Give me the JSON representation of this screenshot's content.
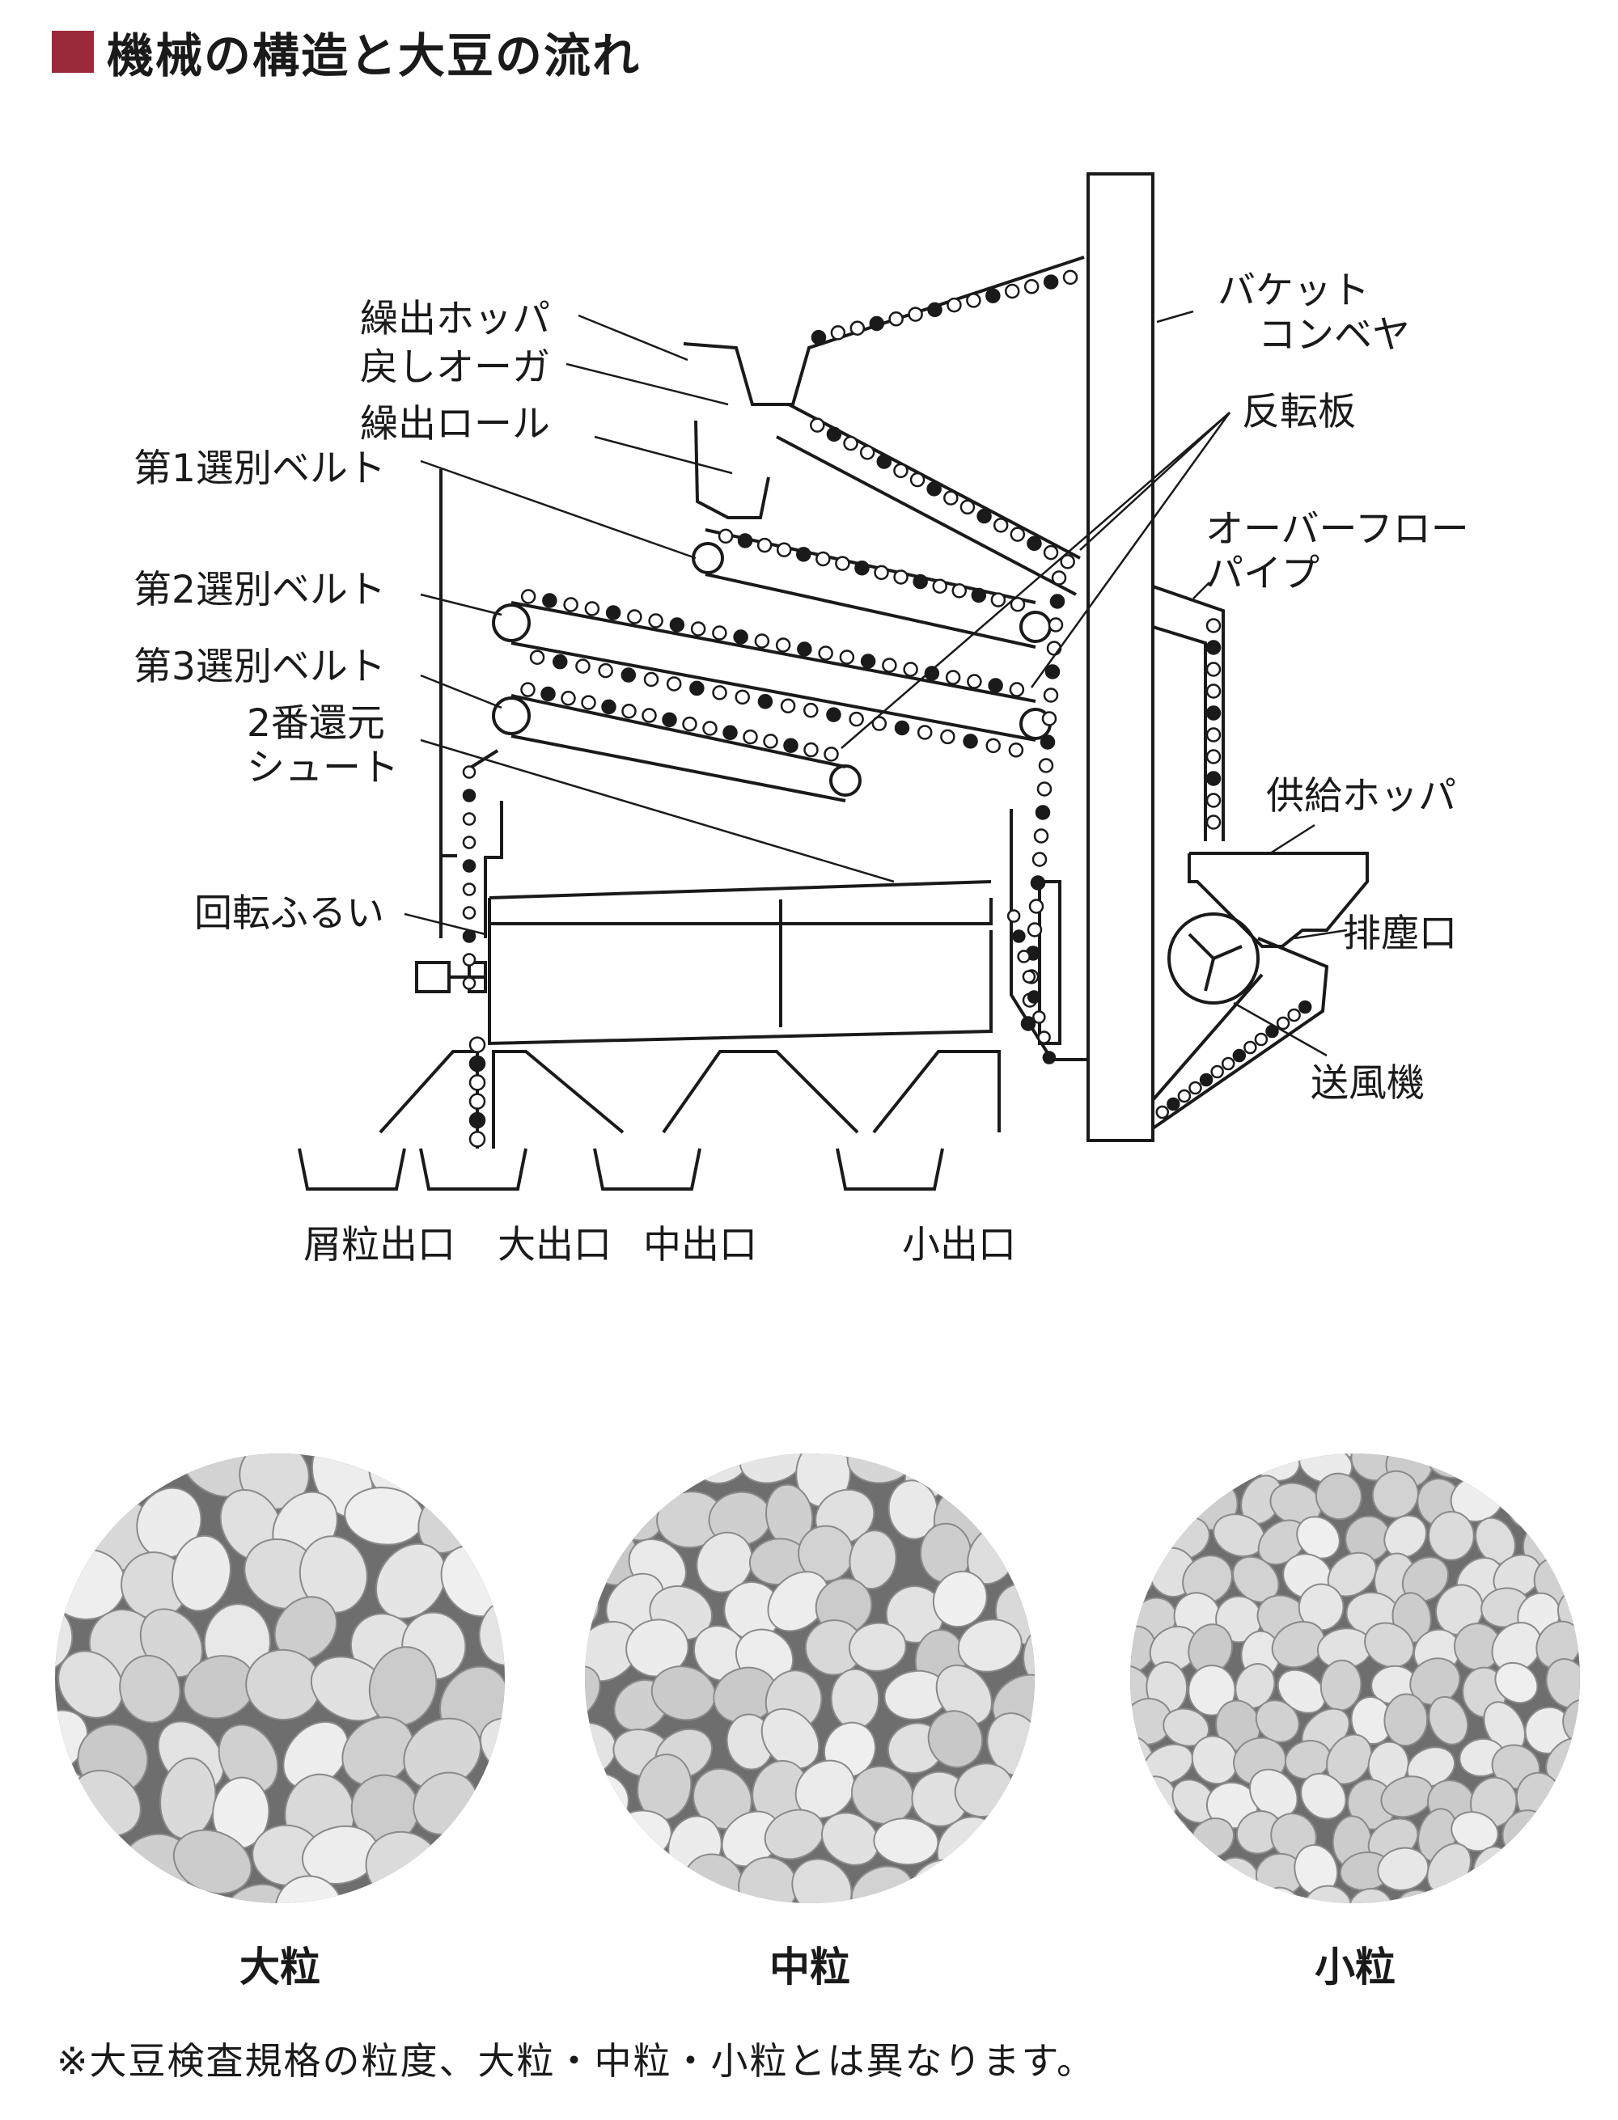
{
  "title": "機械の構造と大豆の流れ",
  "accent_color": "#9a2a3a",
  "diagram": {
    "labels": {
      "feed_hopper": "繰出ホッパ",
      "return_auger": "戻しオーガ",
      "feed_roll": "繰出ロール",
      "belt1": "第1選別ベルト",
      "belt2": "第2選別ベルト",
      "belt3": "第3選別ベルト",
      "chute_line1": "2番還元",
      "chute_line2": "シュート",
      "rotary_sieve": "回転ふるい",
      "bucket_conveyor_line1": "バケット",
      "bucket_conveyor_line2": "コンベヤ",
      "reversing_plate": "反転板",
      "overflow_pipe_line1": "オーバーフロー",
      "overflow_pipe_line2": "パイプ",
      "supply_hopper": "供給ホッパ",
      "dust_outlet": "排塵口",
      "blower": "送風機"
    },
    "outlets": [
      "屑粒出口",
      "大出口",
      "中出口",
      "小出口"
    ]
  },
  "photos": [
    {
      "caption": "大粒",
      "icon": "large-soybeans-photo"
    },
    {
      "caption": "中粒",
      "icon": "medium-soybeans-photo"
    },
    {
      "caption": "小粒",
      "icon": "small-soybeans-photo"
    }
  ],
  "footnote": "※大豆検査規格の粒度、大粒・中粒・小粒とは異なります。"
}
